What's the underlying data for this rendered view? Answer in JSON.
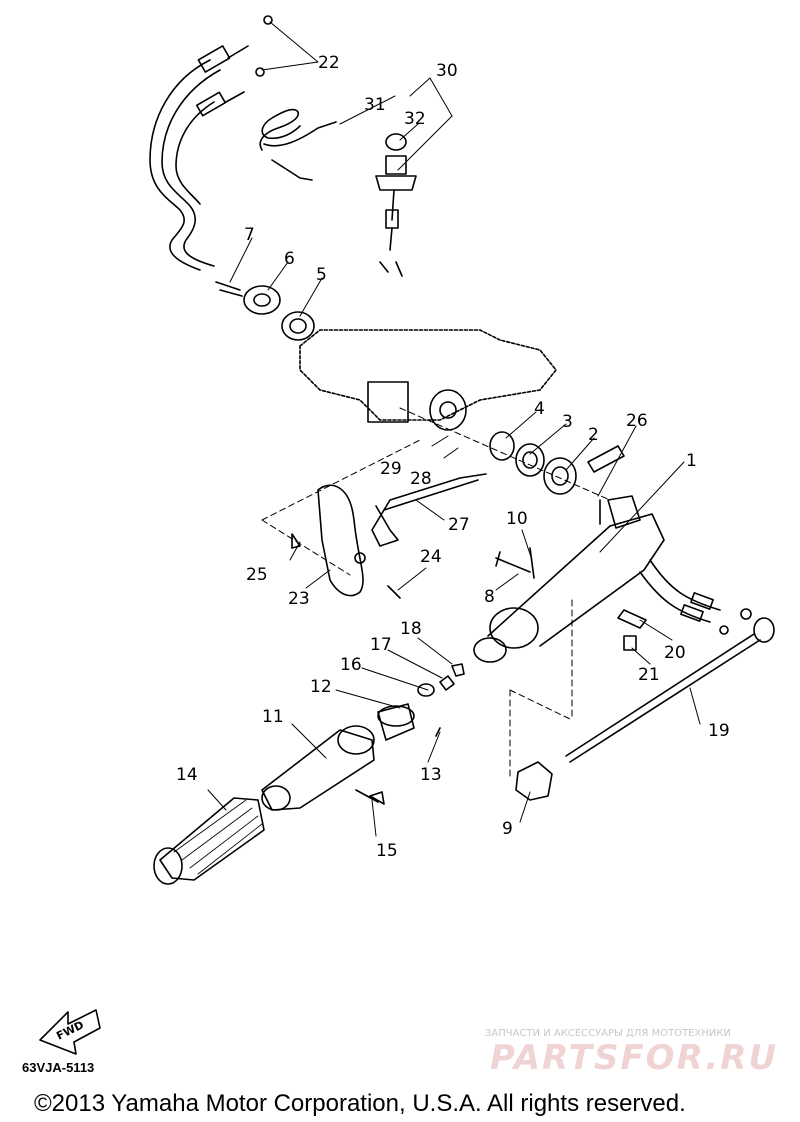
{
  "diagram": {
    "callouts": [
      {
        "id": "1",
        "label": "1"
      },
      {
        "id": "2",
        "label": "2"
      },
      {
        "id": "3",
        "label": "3"
      },
      {
        "id": "4",
        "label": "4"
      },
      {
        "id": "5",
        "label": "5"
      },
      {
        "id": "6",
        "label": "6"
      },
      {
        "id": "7",
        "label": "7"
      },
      {
        "id": "8",
        "label": "8"
      },
      {
        "id": "9",
        "label": "9"
      },
      {
        "id": "10",
        "label": "10"
      },
      {
        "id": "11",
        "label": "11"
      },
      {
        "id": "12",
        "label": "12"
      },
      {
        "id": "13",
        "label": "13"
      },
      {
        "id": "14",
        "label": "14"
      },
      {
        "id": "15",
        "label": "15"
      },
      {
        "id": "16",
        "label": "16"
      },
      {
        "id": "17",
        "label": "17"
      },
      {
        "id": "18",
        "label": "18"
      },
      {
        "id": "19",
        "label": "19"
      },
      {
        "id": "20",
        "label": "20"
      },
      {
        "id": "21",
        "label": "21"
      },
      {
        "id": "22",
        "label": "22"
      },
      {
        "id": "23",
        "label": "23"
      },
      {
        "id": "24",
        "label": "24"
      },
      {
        "id": "25",
        "label": "25"
      },
      {
        "id": "26",
        "label": "26"
      },
      {
        "id": "27",
        "label": "27"
      },
      {
        "id": "28",
        "label": "28"
      },
      {
        "id": "29",
        "label": "29"
      },
      {
        "id": "30",
        "label": "30"
      },
      {
        "id": "31",
        "label": "31"
      },
      {
        "id": "32",
        "label": "32"
      }
    ],
    "fwd_label": "FWD",
    "diagram_code": "63VJA-5113",
    "copyright": "©2013 Yamaha Motor Corporation, U.S.A. All rights reserved.",
    "watermark": {
      "tagline": "ЗАПЧАСТИ И АКСЕССУАРЫ ДЛЯ МОТОТЕХНИКИ",
      "logo": "PARTSFOR.RU"
    }
  }
}
